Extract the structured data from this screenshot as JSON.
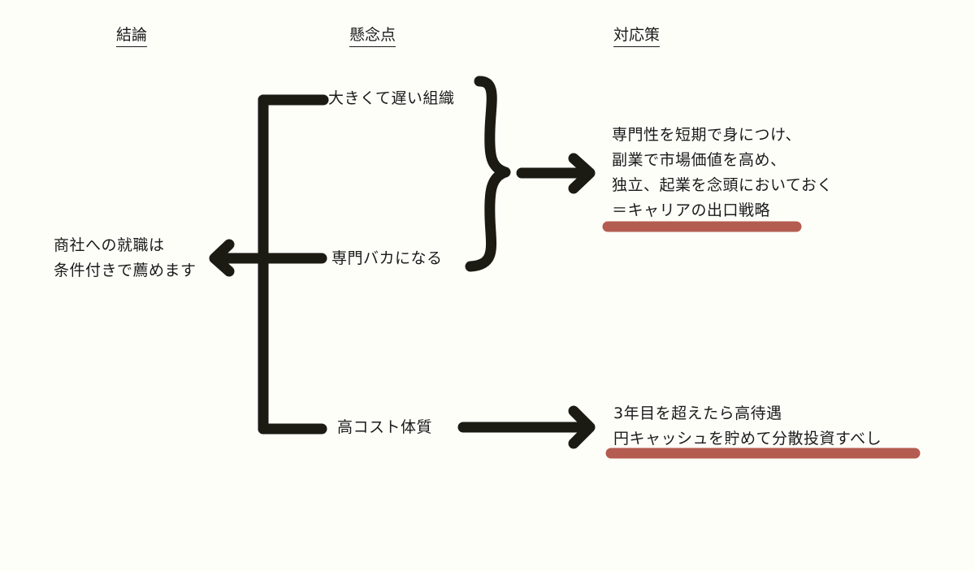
{
  "headers": {
    "conclusion": "結論",
    "concerns": "懸念点",
    "countermeasures": "対応策"
  },
  "conclusion": {
    "line1": "商社への就職は",
    "line2": "条件付きで薦めます"
  },
  "concerns": [
    {
      "label": "大きくて遅い組織"
    },
    {
      "label": "専門バカになる"
    },
    {
      "label": "高コスト体質"
    }
  ],
  "countermeasures": {
    "first": {
      "line1": "専門性を短期で身につけ、",
      "line2": "副業で市場価値を高め、",
      "line3": "独立、起業を念頭においておく",
      "line4": "＝キャリアの出口戦略"
    },
    "second": {
      "line1": "3年目を超えたら高待遇",
      "line2": "円キャッシュを貯めて分散投資すべし"
    }
  },
  "colors": {
    "ink": "#1b1b14",
    "highlight": "#b45c50",
    "background": "#fefef9"
  }
}
